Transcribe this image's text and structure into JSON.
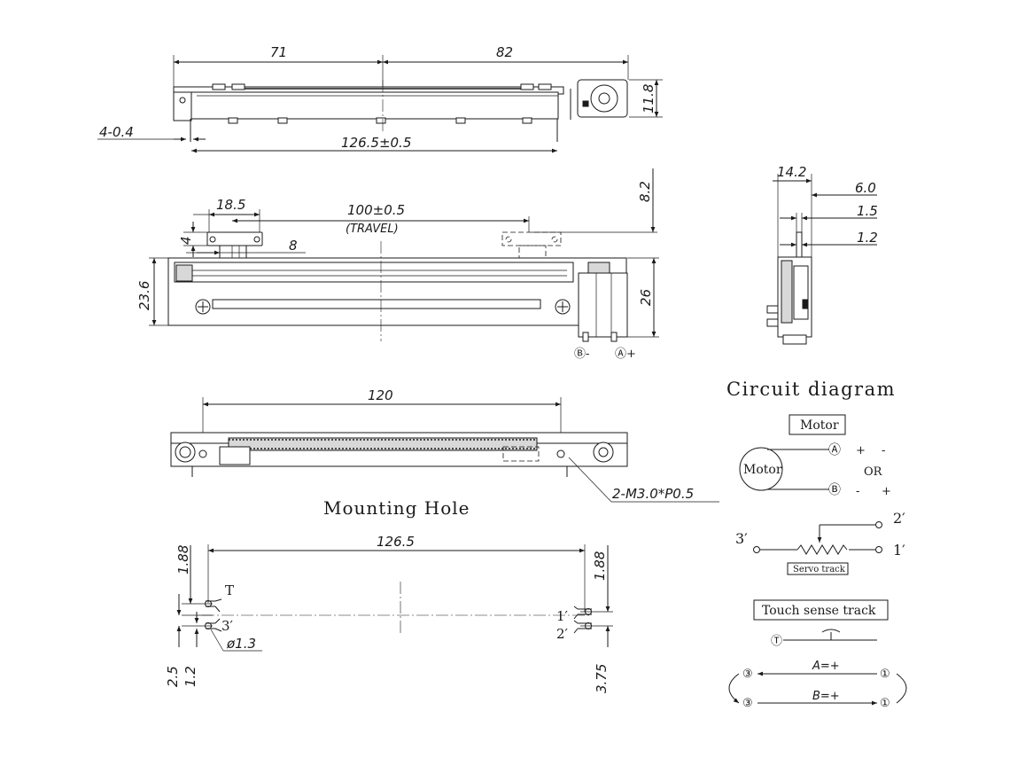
{
  "top_view": {
    "dim_left_half": "71",
    "dim_right_half": "82",
    "dim_height": "11.8",
    "dim_side_offset": "4-0.4",
    "dim_total_length": "126.5±0.5"
  },
  "front_view": {
    "dim_vertical_offset": "8.2",
    "dim_bracket_width": "18.5",
    "dim_travel": "100±0.5",
    "travel_label": "(TRAVEL)",
    "dim_knob_gap": "4",
    "dim_knob_width": "8",
    "dim_body_height": "23.6",
    "dim_motor_height": "26",
    "motor_terminal_b": "Ⓑ-",
    "motor_terminal_a": "Ⓐ+"
  },
  "side_view": {
    "dim_width": "14.2",
    "dim_shaft_offset": "6.0",
    "dim_shaft_width": "1.5",
    "dim_shaft_tip": "1.2"
  },
  "bottom_view": {
    "dim_mount_span": "120",
    "mount_screw_callout": "2-M3.0*P0.5"
  },
  "mounting_hole": {
    "title": "Mounting Hole",
    "dim_span": "126.5",
    "dim_left_top": "1.88",
    "dim_right_top": "1.88",
    "label_t": "T",
    "label_3": "3′",
    "label_1": "1′",
    "label_2": "2′",
    "dim_hole_dia": "ø1.3",
    "dim_left_b1": "2.5",
    "dim_left_b2": "1.2",
    "dim_right_bottom": "3.75"
  },
  "circuit": {
    "title": "Circuit diagram",
    "motor_box": "Motor",
    "motor_symbol": "Motor",
    "terminal_a": "Ⓐ",
    "terminal_b": "Ⓑ",
    "pol_a_1": "+",
    "pol_a_2": "-",
    "pol_or": "OR",
    "pol_b_1": "-",
    "pol_b_2": "+",
    "servo_label_3": "3′",
    "servo_label_1": "1′",
    "servo_label_2": "2′",
    "servo_box": "Servo track",
    "touch_box": "Touch sense track",
    "touch_t": "Ⓣ",
    "loop_3_top": "③",
    "loop_1_top": "①",
    "loop_top_text": "A=+",
    "loop_3_bot": "③",
    "loop_1_bot": "①",
    "loop_bot_text": "B=+"
  }
}
